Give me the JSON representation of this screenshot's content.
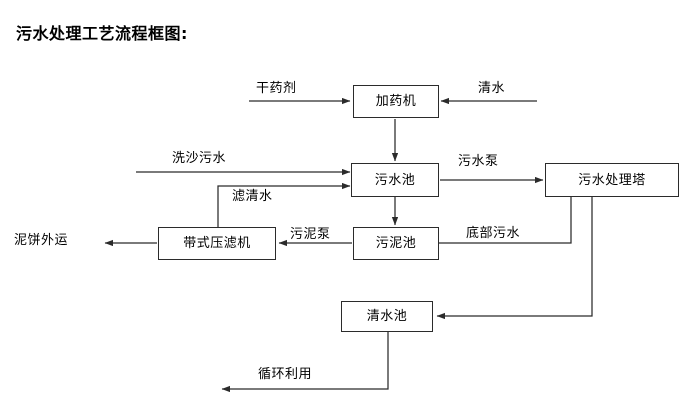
{
  "title": "污水处理工艺流程框图:",
  "theme": {
    "background": "#ffffff",
    "line_color": "#2b2b2b",
    "text_color": "#000000"
  },
  "nodes": [
    {
      "id": "dosing_machine",
      "label": "加药机"
    },
    {
      "id": "sewage_pool",
      "label": "污水池"
    },
    {
      "id": "treatment_tower",
      "label": "污水处理塔"
    },
    {
      "id": "belt_filter_press",
      "label": "带式压滤机"
    },
    {
      "id": "sludge_pool",
      "label": "污泥池"
    },
    {
      "id": "clean_water_pool",
      "label": "清水池"
    }
  ],
  "terminals": [
    {
      "id": "dry_agent",
      "label": "干药剂"
    },
    {
      "id": "clean_water_in",
      "label": "清水"
    },
    {
      "id": "sand_wash_sewage",
      "label": "洗沙污水"
    },
    {
      "id": "mud_cake_out",
      "label": "泥饼外运"
    }
  ],
  "edge_labels": [
    {
      "id": "filtered_clear_water",
      "label": "滤清水"
    },
    {
      "id": "sewage_pump",
      "label": "污水泵"
    },
    {
      "id": "sludge_pump",
      "label": "污泥泵"
    },
    {
      "id": "bottom_sewage",
      "label": "底部污水"
    },
    {
      "id": "recycle_reuse",
      "label": "循环利用"
    }
  ],
  "flows": [
    {
      "from": "dry_agent",
      "to": "dosing_machine",
      "label": ""
    },
    {
      "from": "clean_water_in",
      "to": "dosing_machine",
      "label": ""
    },
    {
      "from": "dosing_machine",
      "to": "sewage_pool",
      "label": ""
    },
    {
      "from": "sand_wash_sewage",
      "to": "sewage_pool",
      "label": ""
    },
    {
      "from": "belt_filter_press",
      "to": "sewage_pool",
      "label": "滤清水"
    },
    {
      "from": "sewage_pool",
      "to": "treatment_tower",
      "label": "污水泵"
    },
    {
      "from": "sewage_pool",
      "to": "sludge_pool",
      "label": ""
    },
    {
      "from": "treatment_tower",
      "to": "sludge_pool",
      "label": "底部污水"
    },
    {
      "from": "sludge_pool",
      "to": "belt_filter_press",
      "label": "污泥泵"
    },
    {
      "from": "belt_filter_press",
      "to": "mud_cake_out",
      "label": ""
    },
    {
      "from": "treatment_tower",
      "to": "clean_water_pool",
      "label": ""
    },
    {
      "from": "clean_water_pool",
      "to": "recycle_reuse",
      "label": "循环利用"
    }
  ]
}
